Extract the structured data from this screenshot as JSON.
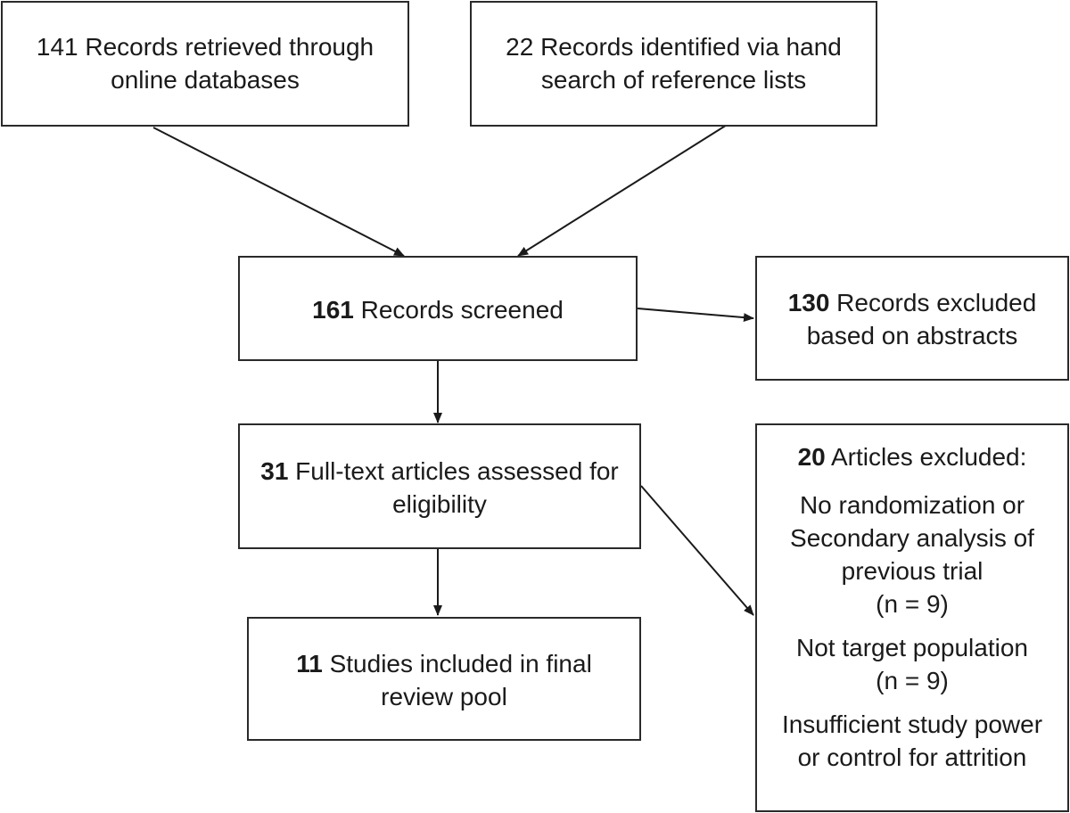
{
  "boxes": {
    "databases": {
      "line1": "141 Records retrieved through",
      "line2": "online databases"
    },
    "hand_search": {
      "line1": "22 Records identified via hand",
      "line2": "search of reference lists"
    },
    "screened": {
      "count": "161",
      "text": " Records screened"
    },
    "excluded_abstracts": {
      "count": "130",
      "text": " Records excluded",
      "line2": "based on abstracts"
    },
    "full_text": {
      "count": "31",
      "text": " Full-text articles assessed for",
      "line2": "eligibility"
    },
    "included": {
      "count": "11",
      "text": " Studies included in final",
      "line2": "review pool"
    },
    "excluded_articles": {
      "count": "20",
      "text": " Articles excluded:",
      "reason1": [
        "No randomization or",
        "Secondary analysis of",
        "previous trial",
        "(n = 9)"
      ],
      "reason2": [
        "Not target population",
        "(n = 9)"
      ],
      "reason3": [
        "Insufficient study power",
        "or control for attrition"
      ]
    }
  }
}
